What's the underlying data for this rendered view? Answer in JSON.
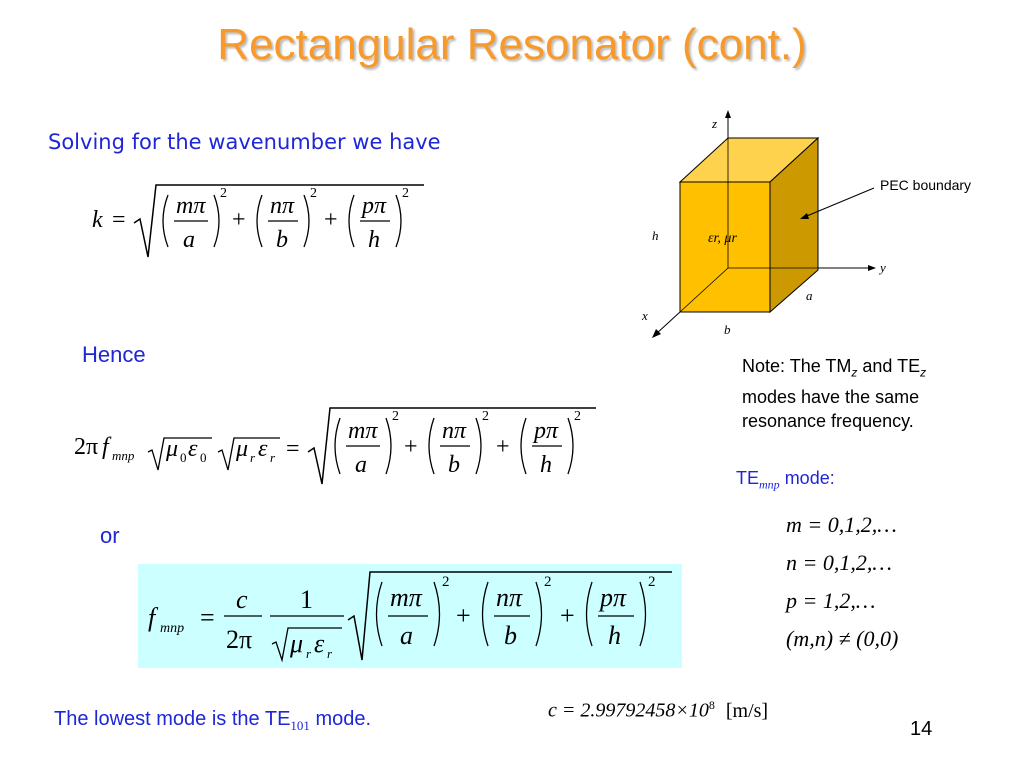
{
  "slide": {
    "title": "Rectangular Resonator (cont.)",
    "intro_text": "Solving for the wavenumber we have",
    "hence_text": "Hence",
    "or_text": "or",
    "note_line1_a": "Note: The TM",
    "note_line1_sub_z1": "z",
    "note_line1_b": " and TE",
    "note_line1_sub_z2": "z",
    "note_line2": "modes have the same",
    "note_line3": "resonance frequency.",
    "te_label": "TE",
    "te_sub": "mnp",
    "te_suffix": " mode:",
    "lowest_text_a": "The lowest mode is the TE",
    "lowest_sub": "101",
    "lowest_text_b": " mode.",
    "page_number": "14",
    "speed_of_light": "c = 2.99792458×10",
    "speed_exp": "8",
    "speed_unit": "[m/s]",
    "pec_label": "PEC boundary",
    "m_values": "m = 0,1,2,…",
    "n_values": "n = 0,1,2,…",
    "p_values": "p = 1,2,…",
    "mn_constraint": "(m,n) ≠ (0,0)"
  },
  "diagram": {
    "axis_z": "z",
    "axis_y": "y",
    "axis_x": "x",
    "dim_h": "h",
    "dim_a": "a",
    "dim_b": "b",
    "material": "εr, μr",
    "box_front_color": "#ffc000",
    "box_side_color": "#cc9900",
    "box_top_color": "#ffd24d"
  }
}
